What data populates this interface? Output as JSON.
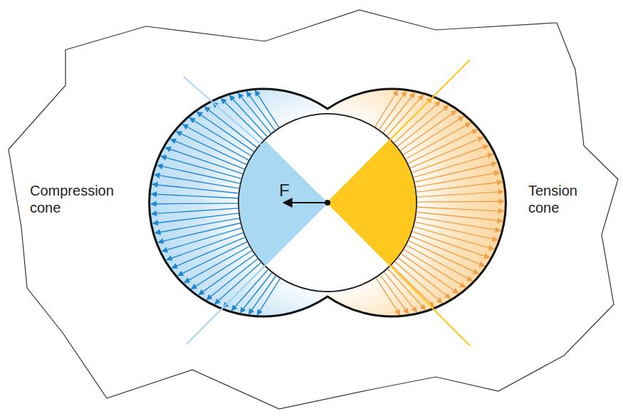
{
  "diagram": {
    "labels": [
      "Compression cone",
      "Tension cone",
      "F"
    ]
  }
}
